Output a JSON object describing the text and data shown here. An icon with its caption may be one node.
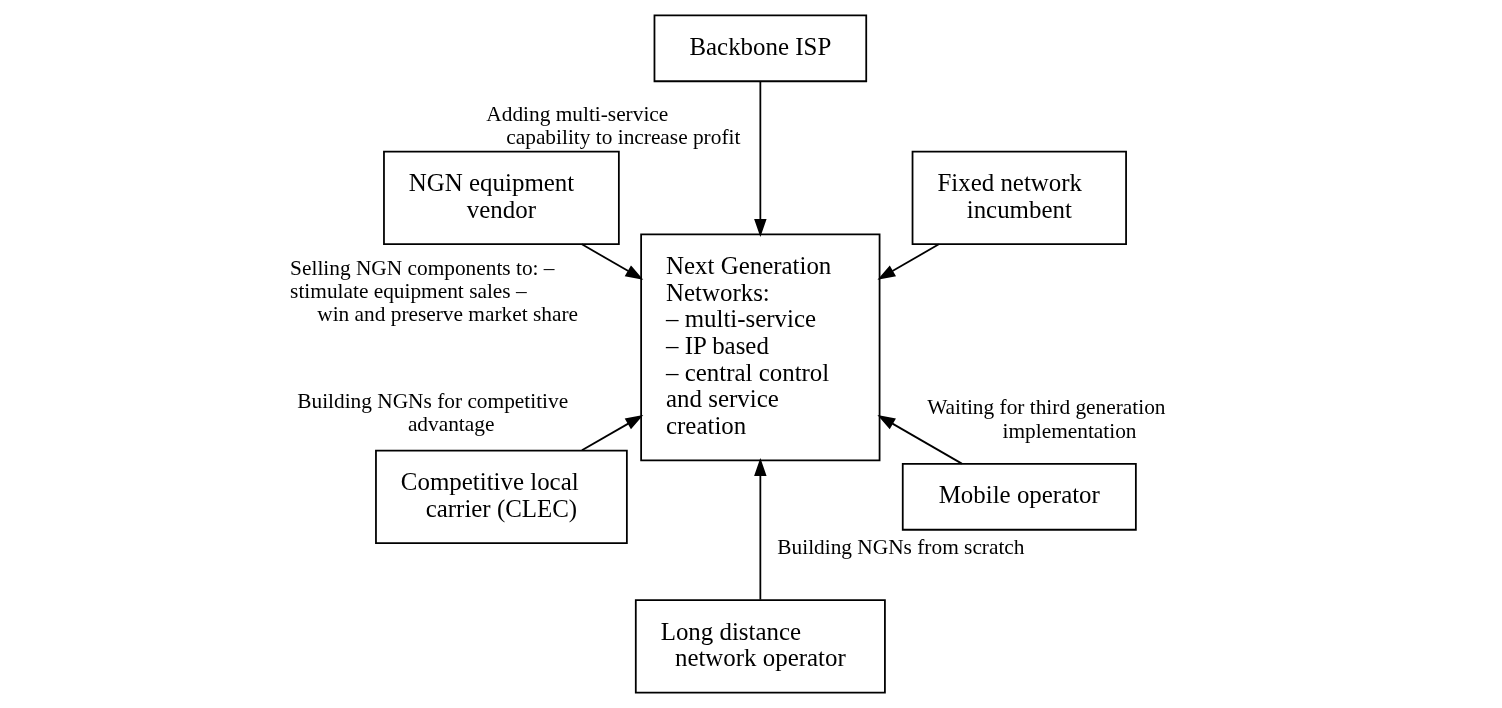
{
  "diagram": {
    "nodes": [
      {
        "text": [
          "Fixed network incumbent"
        ]
      },
      {
        "text": [
          "Backbone ISP"
        ]
      },
      {
        "text": [
          "Next Generation Networks:",
          "– multi-service",
          "– IP based",
          "– central control and service creation"
        ]
      },
      {
        "text": [
          "NGN equipment vendor"
        ]
      },
      {
        "text": [
          "Competitive local carrier (CLEC)"
        ]
      },
      {
        "text": [
          "Long distance network operator"
        ]
      },
      {
        "text": [
          "Mobile operator"
        ]
      }
    ],
    "edges": [
      {
        "from": 0,
        "to": 2,
        "arrow": "to"
      },
      {
        "from": 1,
        "to": 2,
        "arrow": "to",
        "label": "Adding multi-service capability to increase profit"
      },
      {
        "from": 3,
        "to": 2,
        "arrow": "to",
        "label": "Selling NGN components to: – stimulate equipment sales – win and preserve market share"
      },
      {
        "from": 4,
        "to": 2,
        "arrow": "to",
        "label": "Building NGNs for competitive advantage"
      },
      {
        "from": 5,
        "to": 2,
        "arrow": "to",
        "label": "Building NGNs from scratch"
      },
      {
        "from": 6,
        "to": 2,
        "arrow": "to",
        "label": "Waiting for third generation implementation"
      }
    ]
  }
}
